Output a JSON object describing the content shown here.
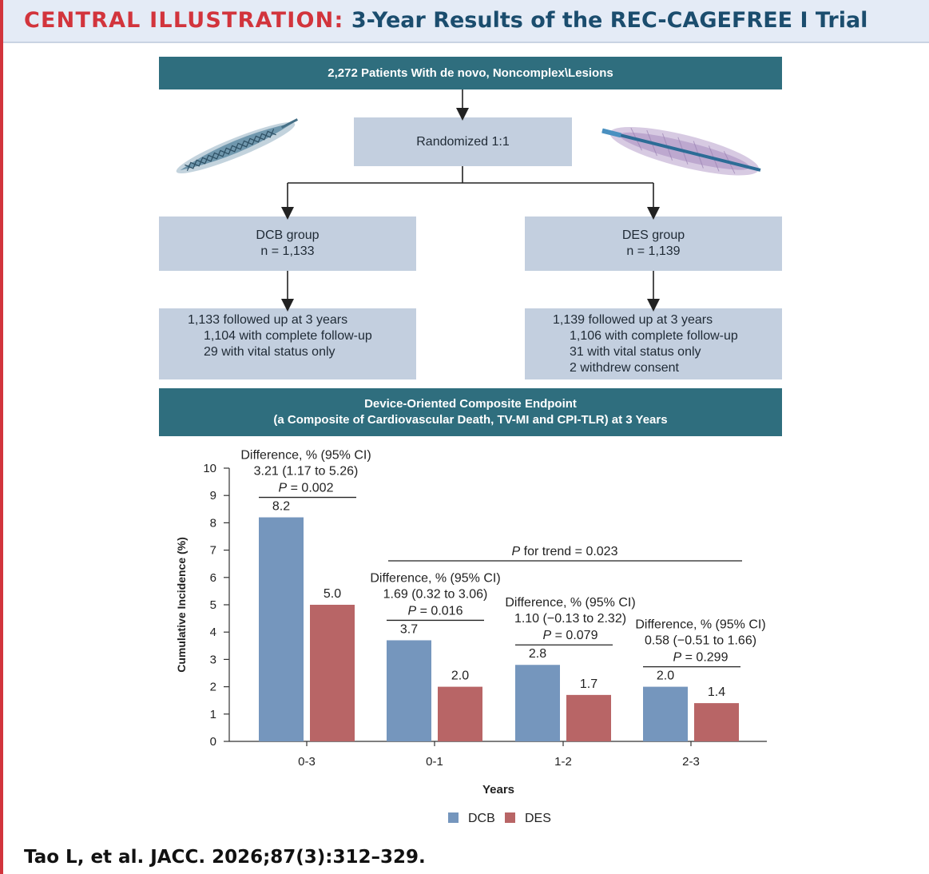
{
  "header": {
    "prefix": "CENTRAL ILLUSTRATION:",
    "title": "3-Year Results of the REC-CAGEFREE I Trial"
  },
  "flow": {
    "top_box": "2,272 Patients With de novo, Noncomplex\\Lesions",
    "randomized": "Randomized 1:1",
    "dcb_group": {
      "name": "DCB group",
      "n": "n = 1,133"
    },
    "des_group": {
      "name": "DES group",
      "n": "n = 1,139"
    },
    "dcb_followup": [
      "1,133 followed up at 3 years",
      "1,104 with complete follow-up",
      "29 with vital status only"
    ],
    "des_followup": [
      "1,139 followed up at 3 years",
      "1,106 with complete follow-up",
      "31 with vital status only",
      "2 withdrew consent"
    ],
    "endpoint_line1": "Device-Oriented Composite Endpoint",
    "endpoint_line2": "(a Composite of Cardiovascular Death, TV-MI and CPI-TLR) at 3 Years"
  },
  "chart_data": {
    "type": "bar",
    "categories": [
      "0-3",
      "0-1",
      "1-2",
      "2-3"
    ],
    "series": [
      {
        "name": "DCB",
        "values": [
          8.2,
          3.7,
          2.8,
          2.0
        ],
        "labels": [
          "8.2",
          "3.7",
          "2.8",
          "2.0"
        ],
        "color": "#7596bd"
      },
      {
        "name": "DES",
        "values": [
          5.0,
          2.0,
          1.7,
          1.4
        ],
        "labels": [
          "5.0",
          "2.0",
          "1.7",
          "1.4"
        ],
        "color": "#b86566"
      }
    ],
    "xlabel": "Years",
    "ylabel": "Cumulative Incidence (%)",
    "ylim": [
      0,
      10
    ],
    "yticks": [
      "0",
      "1",
      "2",
      "3",
      "4",
      "5",
      "6",
      "7",
      "8",
      "9",
      "10"
    ],
    "legend_position": "bottom-center",
    "grid": false,
    "annotations": [
      {
        "line1": "Difference, % (95% CI)",
        "line2": "3.21 (1.17 to 5.26)",
        "p_prefix": "P",
        "p_value": " = 0.002"
      },
      {
        "line1": "Difference, % (95% CI)",
        "line2": "1.69 (0.32 to 3.06)",
        "p_prefix": "P",
        "p_value": " = 0.016"
      },
      {
        "line1": "Difference, % (95% CI)",
        "line2": "1.10 (−0.13 to 2.32)",
        "p_prefix": "P",
        "p_value": " = 0.079"
      },
      {
        "line1": "Difference, % (95% CI)",
        "line2": "0.58 (−0.51 to 1.66)",
        "p_prefix": "P",
        "p_value": " = 0.299"
      }
    ],
    "trend": {
      "p_prefix": "P",
      "text": " for trend = 0.023"
    }
  },
  "citation": "Tao L, et al. JACC. 2026;87(3):312–329.",
  "colors": {
    "red": "#d2343c",
    "navy": "#1b4d6e",
    "teal": "#2f6e7e",
    "light": "#c3cfdf"
  }
}
